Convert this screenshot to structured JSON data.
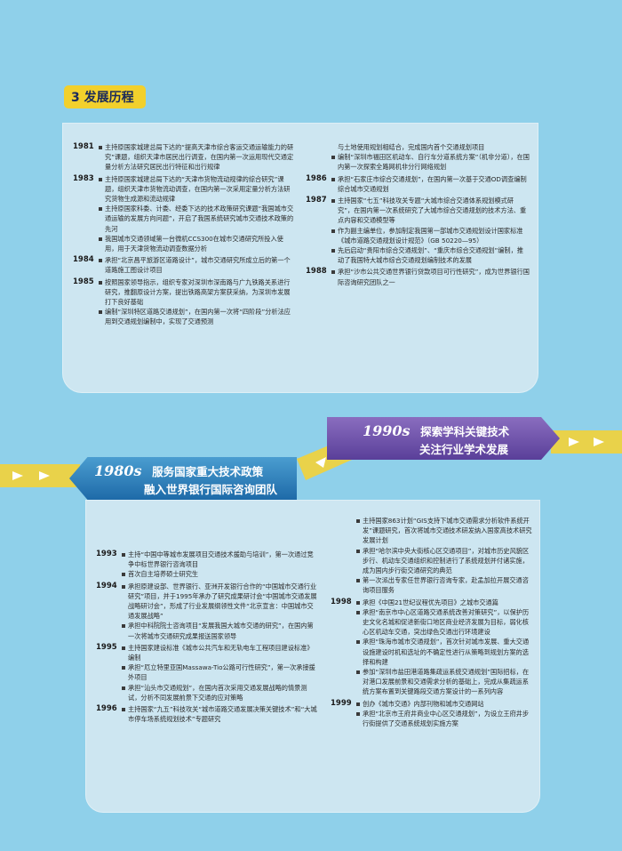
{
  "section": {
    "title": "3 发展历程"
  },
  "banners": {
    "b1980": {
      "decade": "1980s",
      "line1": "服务国家重大技术政策",
      "line2": "融入世界银行国际咨询团队"
    },
    "b1990": {
      "decade": "1990s",
      "line1": "探索学科关键技术",
      "line2": "关注行业学术发展"
    }
  },
  "panel1_left": [
    {
      "year": "1981",
      "items": [
        "主持原国家城建总局下达的“提高天津市综合客运交通运输能力的研究”课题，组织天津市居民出行调查，在国内第一次运用现代交通定量分析方法研究居民出行特征和出行规律"
      ]
    },
    {
      "year": "1983",
      "items": [
        "主持原国家城建总局下达的“天津市货物流动规律的综合研究”课题，组织天津市货物流动调查，在国内第一次采用定量分析方法研究货物生成源和流动规律",
        "主持原国家科委、计委、经委下达的技术政策研究课题“我国城市交通运输的发展方向问题”，开启了我国系统研究城市交通技术政策的先河",
        "我国城市交通领域第一台微机CCS300在城市交通研究所投入使用，用于天津货物流动调查数据分析"
      ]
    },
    {
      "year": "1984",
      "items": [
        "承担“北京昌平旅游区道路设计”，城市交通研究所成立后的第一个道路施工图设计项目"
      ]
    },
    {
      "year": "1985",
      "items": [
        "按照国家领导指示，组织专家对深圳市深南路与广九铁路关系进行研究，推翻原设计方案，提出铁路高架方案获采纳，为深圳市发展打下良好基础",
        "编制“深圳特区道路交通规划”，在国内第一次将“四阶段”分析法应用到交通规划编制中，实现了交通预测"
      ]
    }
  ],
  "panel1_right": [
    {
      "year": "",
      "items": [
        {
          "text": "与土地使用规划相结合，完成国内首个交通规划项目",
          "plain": true
        },
        {
          "text": "编制“深圳市福田区机动车、自行车分道系统方案”（机非分道），在国内第一次探索全路网机非分行网络规划",
          "plain": false
        }
      ]
    },
    {
      "year": "1986",
      "items": [
        {
          "text": "承担“石家庄市综合交通规划”，在国内第一次基于交通OD调查编制综合城市交通规划",
          "plain": false
        }
      ]
    },
    {
      "year": "1987",
      "items": [
        {
          "text": "主持国家“七五”科技攻关专题“大城市综合交通体系规划模式研究”，在国内第一次系统研究了大城市综合交通规划的技术方法、重点内容和交通模型等",
          "plain": false
        },
        {
          "text": "作为副主编单位，参加制定我国第一部城市交通规划设计国家标准《城市道路交通规划设计规范》（GB 50220—95）",
          "plain": false
        },
        {
          "text": "先后启动“贵阳市综合交通规划”、“重庆市综合交通规划”编制，推动了我国特大城市综合交通规划编制技术的发展",
          "plain": false
        }
      ]
    },
    {
      "year": "1988",
      "items": [
        {
          "text": "承担“沙市公共交通世界银行贷款项目可行性研究”，成为世界银行国际咨询研究团队之一",
          "plain": false
        }
      ]
    }
  ],
  "panel2_left": [
    {
      "year": "1993",
      "items": [
        "主持“中国中等城市发展项目交通技术援助与培训”，第一次通过竞争中标世界银行咨询项目",
        "首次自主培养硕士研究生"
      ]
    },
    {
      "year": "1994",
      "items": [
        "承担原建设部、世界银行、亚洲开发银行合作的“中国城市交通行业研究”项目，并于1995年承办了研究成果研讨会“中国城市交通发展战略研讨会”，形成了行业发展纲领性文件“北京宣言：中国城市交通发展战略”",
        "承担中科院院士咨询项目“发展我国大城市交通的研究”，在国内第一次将城市交通研究成果报送国家领导"
      ]
    },
    {
      "year": "1995",
      "items": [
        "主持国家建设标准《城市公共汽车和无轨电车工程项目建设标准》编制",
        "承担“厄立特里亚国Massawa-Tio公路可行性研究”，第一次承接援外项目",
        "承担“汕头市交通规划”，在国内首次采用交通发展战略的情景测试，分析不同发展前景下交通的应对策略"
      ]
    },
    {
      "year": "1996",
      "items": [
        "主持国家“九五”科技攻关“城市道路交通发展决策关键技术”和“大城市停车场系统规划技术”专题研究"
      ]
    }
  ],
  "panel2_right": [
    {
      "year": "",
      "items": [
        "主持国家863计划“GIS支持下城市交通需求分析软件系统开发”课题研究，首次将城市交通技术研发纳入国家高技术研究发展计划",
        "承担“哈尔滨中央大街核心区交通项目”，对城市历史风貌区步行、机动车交通组织和控制进行了系统规划并付诸实施，成为国内步行街交通研究的典范",
        "第一次派出专家任世界银行咨询专家，赴孟加拉开展交通咨询项目服务"
      ]
    },
    {
      "year": "1998",
      "items": [
        "承担《中国21世纪议程优先项目》之城市交通篇",
        "承担“南京市中心区道路交通系统改善对策研究”，以保护历史文化名城和促进新街口地区商业经济发展为目标，弱化核心区机动车交通，突出绿色交通出行环境建设",
        "承担“珠海市城市交通规划”，首次针对城市发展、重大交通设施建设时机和选址的不确定性进行从策略到规划方案的选择和构建",
        "参加“深圳市盐田港道路集疏运系统交通规划”国际招标，在对港口发展前景和交通需求分析的基础上，完成从集疏运系统方案布置到关键路段交通方案设计的一系列内容"
      ]
    },
    {
      "year": "1999",
      "items": [
        "创办《城市交通》内部刊物和城市交通网站",
        "承担“北京市王府井商业中心区交通规划”，为设立王府井步行街提供了交通系统规划实施方案"
      ]
    }
  ]
}
